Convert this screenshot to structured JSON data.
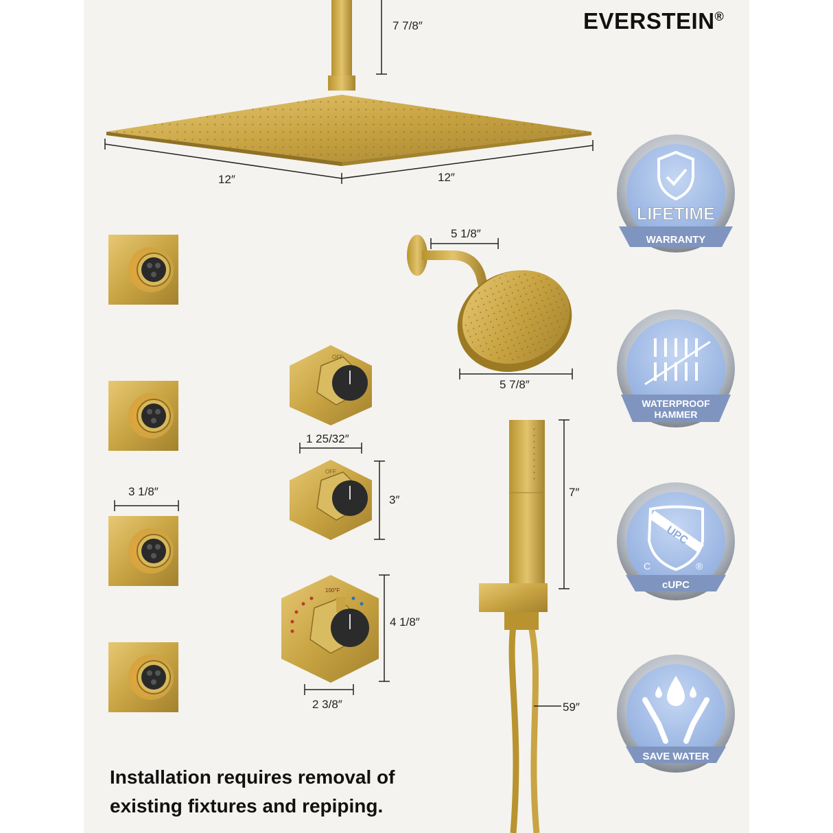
{
  "brand": {
    "name": "EVERSTEIN",
    "registered_mark": "®"
  },
  "dimensions": {
    "rain_arm_height": "7 7/8″",
    "rain_head_width_left": "12″",
    "rain_head_width_right": "12″",
    "wall_arm_length": "5 1/8″",
    "wall_head_diameter": "5 7/8″",
    "diverter_width": "1 25/32″",
    "diverter_height": "3″",
    "body_jet_width": "3 1/8″",
    "handheld_length": "7″",
    "thermostat_height": "4 1/8″",
    "thermostat_width": "2 3/8″",
    "hose_length": "59″"
  },
  "valve_labels": {
    "off_top": "OFF",
    "off_middle": "OFF",
    "temp": "100°F"
  },
  "badges": [
    {
      "text": "LIFETIME",
      "text2": "WARRANTY",
      "icon": "shield-check-icon"
    },
    {
      "text": "WATERPROOF",
      "text2": "HAMMER",
      "icon": "waterproof-hammer-icon"
    },
    {
      "text": "UPC",
      "text2": "cUPC",
      "mark_c": "C",
      "mark_r": "®",
      "icon": "upc-shield-icon"
    },
    {
      "text": "SAVE WATER",
      "icon": "water-drop-hands-icon"
    }
  ],
  "caption": {
    "line1": "Installation requires removal of",
    "line2": "existing fixtures and repiping."
  },
  "colors": {
    "gold": "#c9a443",
    "gold_dark": "#9c7a24",
    "badge_blue": "#aac4ec",
    "badge_ring": "#9aa0a8",
    "panel": "#f4f3ef"
  }
}
